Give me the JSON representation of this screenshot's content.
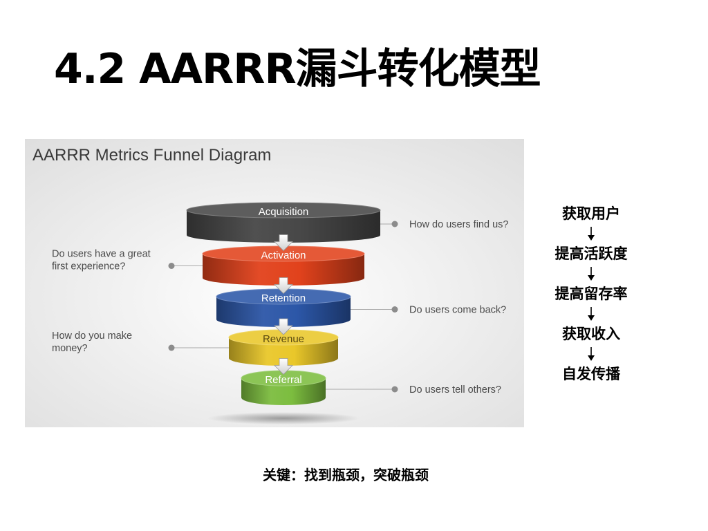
{
  "title": "4.2 AARRR漏斗转化模型",
  "funnel": {
    "heading": "AARRR Metrics Funnel Diagram",
    "stages": [
      {
        "label": "Acquisition",
        "color": "#474747"
      },
      {
        "label": "Activation",
        "color": "#e1421c"
      },
      {
        "label": "Retention",
        "color": "#2c57a8"
      },
      {
        "label": "Revenue",
        "color": "#e9c72a"
      },
      {
        "label": "Referral",
        "color": "#7cbd3f"
      }
    ],
    "questions": [
      {
        "text_lines": [
          "How do users find us?"
        ],
        "side": "right",
        "stage": 0
      },
      {
        "text_lines": [
          "Do users have a great",
          "first experience?"
        ],
        "side": "left",
        "stage": 1
      },
      {
        "text_lines": [
          "Do users come back?"
        ],
        "side": "right",
        "stage": 2
      },
      {
        "text_lines": [
          "How do you make",
          "money?"
        ],
        "side": "left",
        "stage": 3
      },
      {
        "text_lines": [
          "Do users tell others?"
        ],
        "side": "right",
        "stage": 4
      }
    ]
  },
  "steps": [
    "获取用户",
    "提高活跃度",
    "提高留存率",
    "获取收入",
    "自发传播"
  ],
  "key_note": "关键：找到瓶颈，突破瓶颈"
}
